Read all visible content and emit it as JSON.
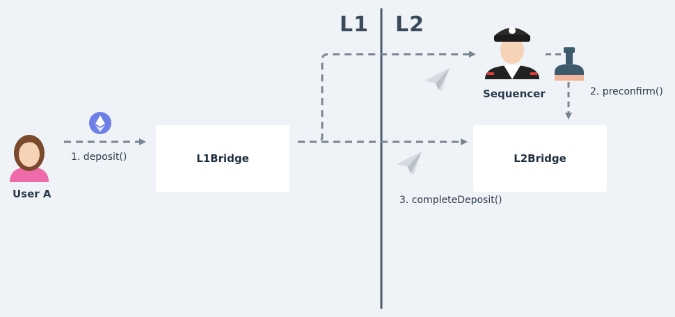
{
  "layers": {
    "left": "L1",
    "right": "L2"
  },
  "nodes": {
    "l1bridge": "L1Bridge",
    "l2bridge": "L2Bridge"
  },
  "actors": {
    "user": "User A",
    "sequencer": "Sequencer"
  },
  "steps": {
    "deposit": "1. deposit()",
    "preconfirm": "2. preconfirm()",
    "complete": "3. completeDeposit()"
  },
  "icons": [
    "ethereum-icon",
    "paper-plane-icon",
    "stamp-icon",
    "person-icon",
    "sequencer-officer-icon"
  ],
  "colors": {
    "background": "#eff3f7",
    "arrow": "#7a8593",
    "divider": "#4a5a6b",
    "eth": "#6e7fe6",
    "stamp": "#3d5a6c"
  }
}
